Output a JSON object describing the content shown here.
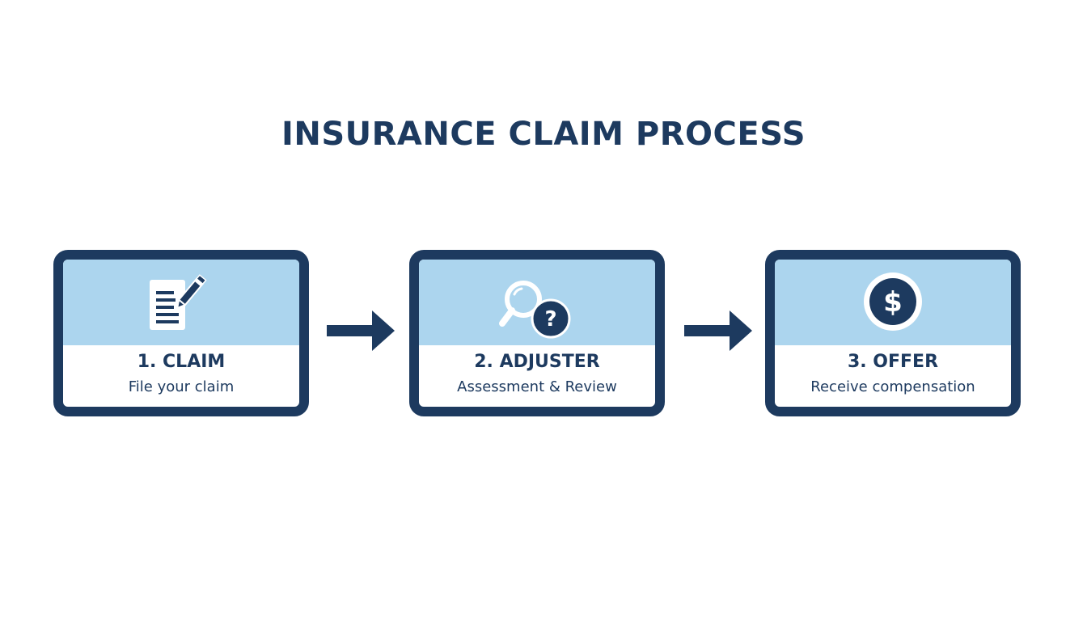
{
  "title": "INSURANCE CLAIM PROCESS",
  "colors": {
    "navy": "#1d3a5f",
    "light_blue": "#acd5ee",
    "white": "#ffffff"
  },
  "steps": [
    {
      "label": "1. CLAIM",
      "description": "File your claim",
      "icon": "document-pencil-icon"
    },
    {
      "label": "2. ADJUSTER",
      "description": "Assessment & Review",
      "icon": "magnifier-question-icon"
    },
    {
      "label": "3. OFFER",
      "description": "Receive compensation",
      "icon": "dollar-coin-icon"
    }
  ]
}
